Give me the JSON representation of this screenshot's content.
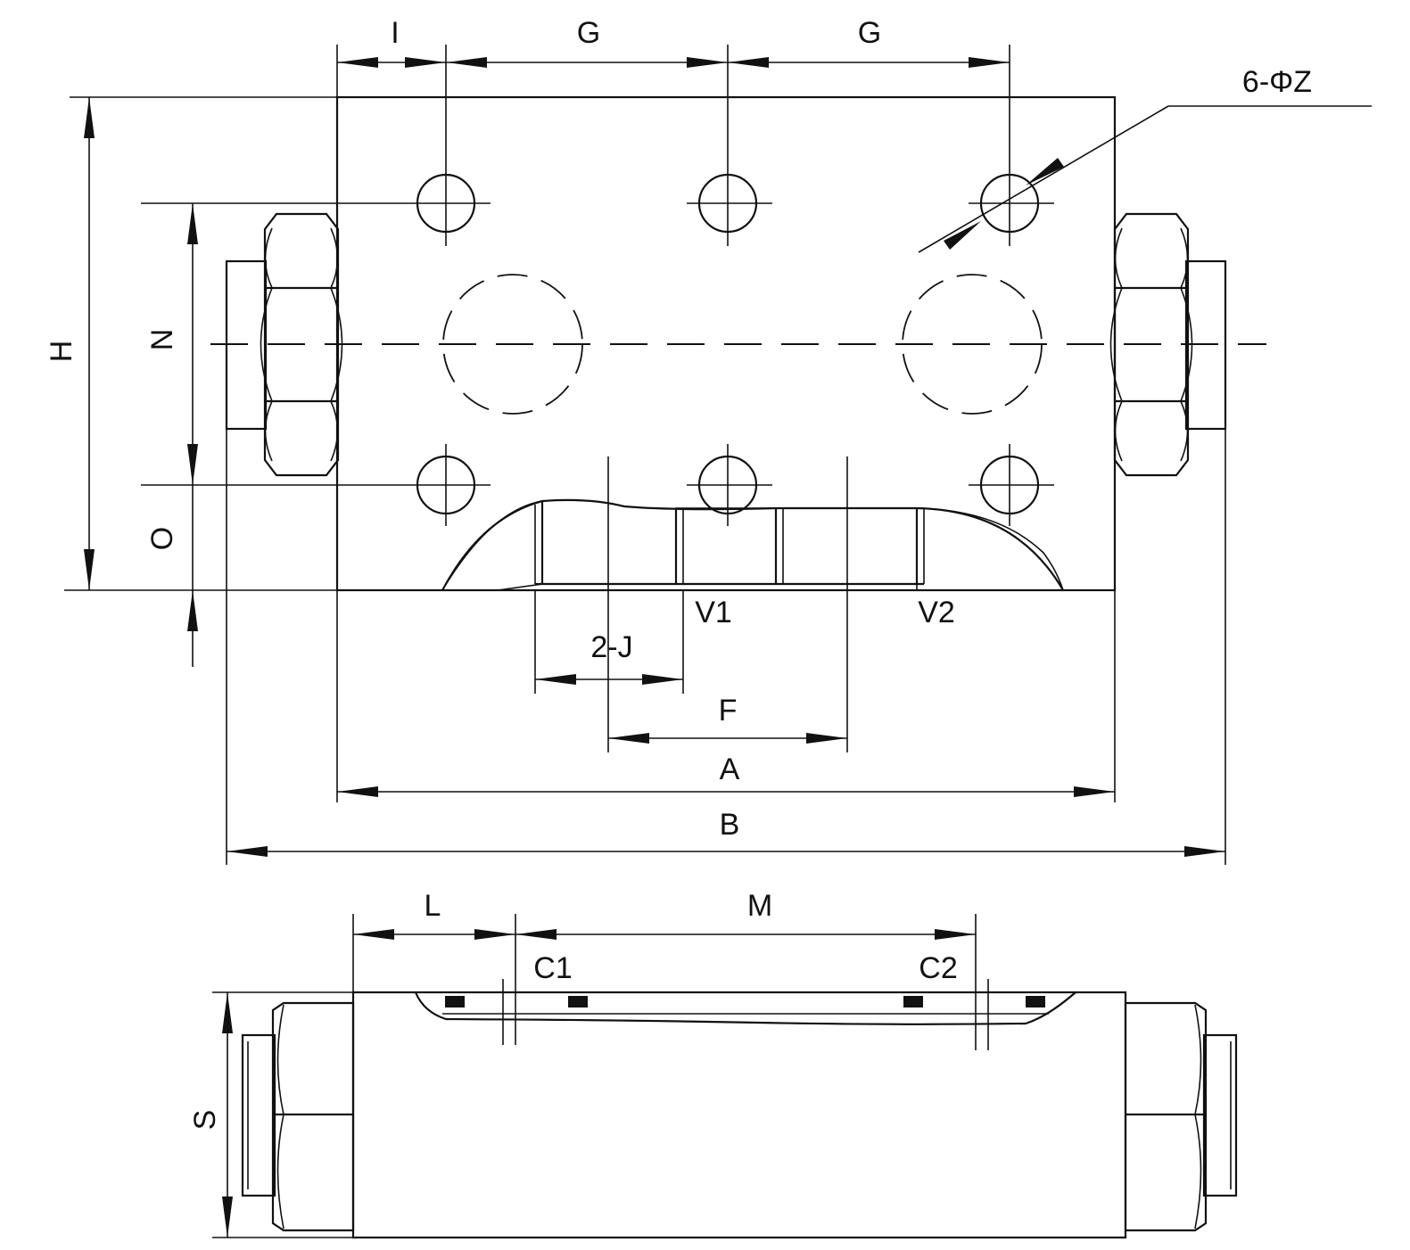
{
  "labels": {
    "I": "I",
    "G_left": "G",
    "G_right": "G",
    "six_phi_z": "6-ΦZ",
    "H": "H",
    "N": "N",
    "O": "O",
    "V1": "V1",
    "V2": "V2",
    "two_J": "2-J",
    "F": "F",
    "A": "A",
    "B": "B",
    "L": "L",
    "M": "M",
    "C1": "C1",
    "C2": "C2",
    "S": "S"
  }
}
